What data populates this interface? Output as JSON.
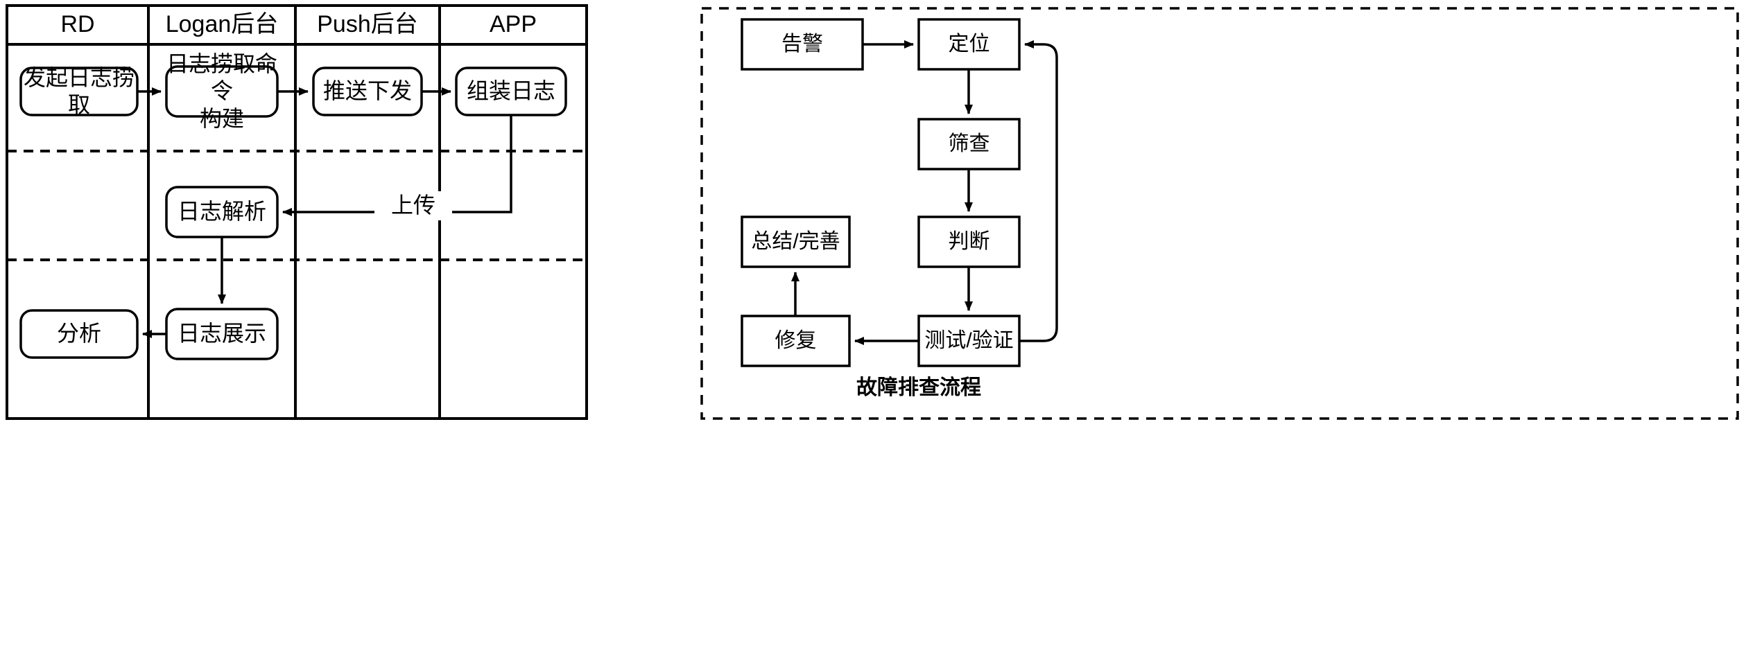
{
  "diagram": {
    "type": "flowchart",
    "panels": [
      {
        "id": "log-fetch-swimlane",
        "kind": "swimlane",
        "columns": [
          "RD",
          "Logan后台",
          "Push后台",
          "APP"
        ],
        "bands": 3,
        "nodes": [
          {
            "id": "n1",
            "label": "发起日志捞取",
            "lane": "RD",
            "band": 1,
            "shape": "rounded-rect"
          },
          {
            "id": "n2",
            "label": "日志捞取命令\n构建",
            "lane": "Logan后台",
            "band": 1,
            "shape": "rounded-rect"
          },
          {
            "id": "n3",
            "label": "推送下发",
            "lane": "Push后台",
            "band": 1,
            "shape": "rounded-rect"
          },
          {
            "id": "n4",
            "label": "组装日志",
            "lane": "APP",
            "band": 1,
            "shape": "rounded-rect"
          },
          {
            "id": "n5",
            "label": "日志解析",
            "lane": "Logan后台",
            "band": 2,
            "shape": "rounded-rect"
          },
          {
            "id": "n6",
            "label": "分析",
            "lane": "RD",
            "band": 3,
            "shape": "rounded-rect"
          },
          {
            "id": "n7",
            "label": "日志展示",
            "lane": "Logan后台",
            "band": 3,
            "shape": "rounded-rect"
          }
        ],
        "edges": [
          {
            "from": "n1",
            "to": "n2",
            "label": ""
          },
          {
            "from": "n2",
            "to": "n3",
            "label": ""
          },
          {
            "from": "n3",
            "to": "n4",
            "label": ""
          },
          {
            "from": "n4",
            "to": "n5",
            "label": "上传"
          },
          {
            "from": "n5",
            "to": "n7",
            "label": ""
          },
          {
            "from": "n7",
            "to": "n6",
            "label": ""
          }
        ]
      },
      {
        "id": "troubleshooting-flow",
        "kind": "flow",
        "caption": "故障排查流程",
        "nodes": [
          {
            "id": "r1",
            "label": "告警",
            "shape": "rect"
          },
          {
            "id": "r2",
            "label": "定位",
            "shape": "rect"
          },
          {
            "id": "r3",
            "label": "筛查",
            "shape": "rect"
          },
          {
            "id": "r4",
            "label": "判断",
            "shape": "rect"
          },
          {
            "id": "r5",
            "label": "测试/验证",
            "shape": "rect"
          },
          {
            "id": "r6",
            "label": "修复",
            "shape": "rect"
          },
          {
            "id": "r7",
            "label": "总结/完善",
            "shape": "rect"
          }
        ],
        "edges": [
          {
            "from": "r1",
            "to": "r2",
            "label": ""
          },
          {
            "from": "r2",
            "to": "r3",
            "label": ""
          },
          {
            "from": "r3",
            "to": "r4",
            "label": ""
          },
          {
            "from": "r4",
            "to": "r5",
            "label": ""
          },
          {
            "from": "r5",
            "to": "r6",
            "label": ""
          },
          {
            "from": "r6",
            "to": "r7",
            "label": ""
          },
          {
            "from": "r5",
            "to": "r2",
            "label": ""
          }
        ]
      }
    ],
    "colors": {
      "stroke": "#000000",
      "fill": "#ffffff",
      "background": "#ffffff"
    }
  }
}
